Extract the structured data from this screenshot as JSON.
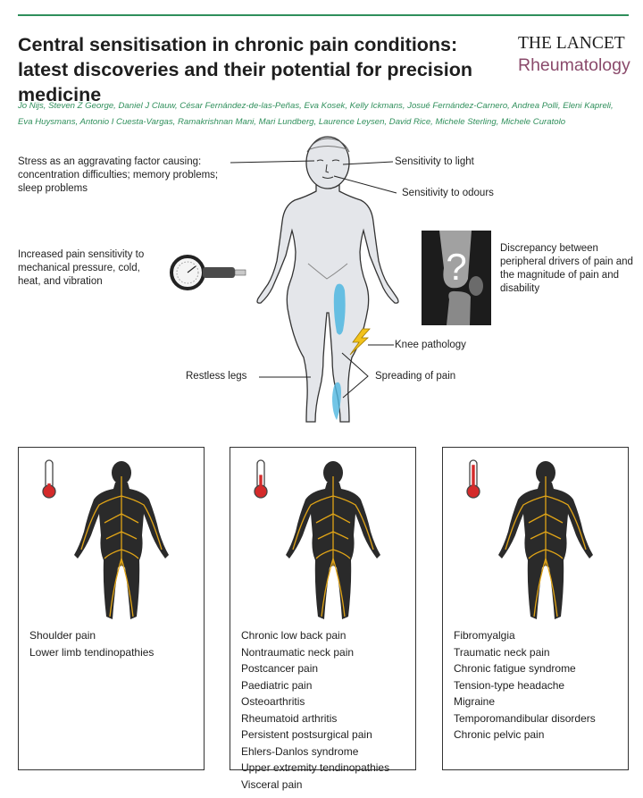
{
  "header": {
    "title": "Central sensitisation in chronic pain conditions: latest discoveries and their potential for precision medicine",
    "brand_line1": "THE LANCET",
    "brand_line2": "Rheumatology",
    "authors_line1": "Jo Nijs, Steven Z George, Daniel J Clauw, César Fernández-de-las-Peñas, Eva Kosek, Kelly Ickmans, Josué Fernández-Carnero, Andrea Polli, Eleni Kapreli,",
    "authors_line2": "Eva Huysmans, Antonio I Cuesta-Vargas, Ramakrishnan Mani, Mari Lundberg, Laurence Leysen, David Rice, Michele Sterling, Michele Curatolo"
  },
  "figure": {
    "stress_label": "Stress as an aggravating factor causing: concentration difficulties; memory problems; sleep problems",
    "light_label": "Sensitivity to light",
    "odour_label": "Sensitivity to odours",
    "pressure_label": "Increased pain sensitivity to mechanical pressure, cold, heat, and vibration",
    "discrepancy_label": "Discrepancy between peripheral drivers of pain and the magnitude of pain and disability",
    "knee_label": "Knee pathology",
    "restless_label": "Restless legs",
    "spreading_label": "Spreading of pain",
    "xray_symbol": "?"
  },
  "panels": [
    {
      "items": [
        "Shoulder pain",
        "Lower limb tendinopathies"
      ]
    },
    {
      "items": [
        "Chronic low back pain",
        "Nontraumatic neck pain",
        "Postcancer pain",
        "Paediatric pain",
        "Osteoarthritis",
        "Rheumatoid arthritis",
        "Persistent postsurgical pain",
        "Ehlers-Danlos syndrome",
        "Upper extremity tendinopathies",
        "Visceral pain"
      ]
    },
    {
      "items": [
        "Fibromyalgia",
        "Traumatic neck pain",
        "Chronic fatigue syndrome",
        "Tension-type headache",
        "Migraine",
        "Temporomandibular disorders",
        "Chronic pelvic pain"
      ]
    }
  ],
  "thermometer_levels": [
    0.25,
    0.55,
    0.9
  ],
  "colors": {
    "accent_green": "#2f8f5b",
    "brand_purple": "#8a4a6b",
    "body_fill": "#e4e6ea",
    "pain_blue": "#4fb6e0",
    "thermo_red": "#d42a2a"
  }
}
